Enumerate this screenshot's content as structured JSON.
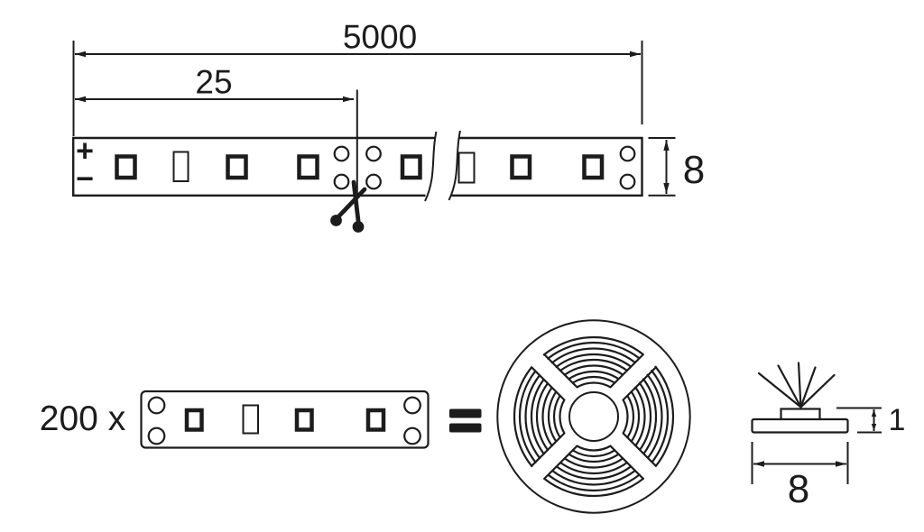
{
  "colors": {
    "line": "#1c1c1c",
    "background": "#ffffff"
  },
  "strip_top_view": {
    "dim_total_length": "5000",
    "dim_cut_segment_length": "25",
    "dim_strip_width": "8",
    "polarity_positive": "+",
    "polarity_negative": "−"
  },
  "reel_row": {
    "segment_count_label": "200 x",
    "equals_icon": "="
  },
  "cross_section": {
    "dim_height": "1",
    "dim_width": "8"
  }
}
